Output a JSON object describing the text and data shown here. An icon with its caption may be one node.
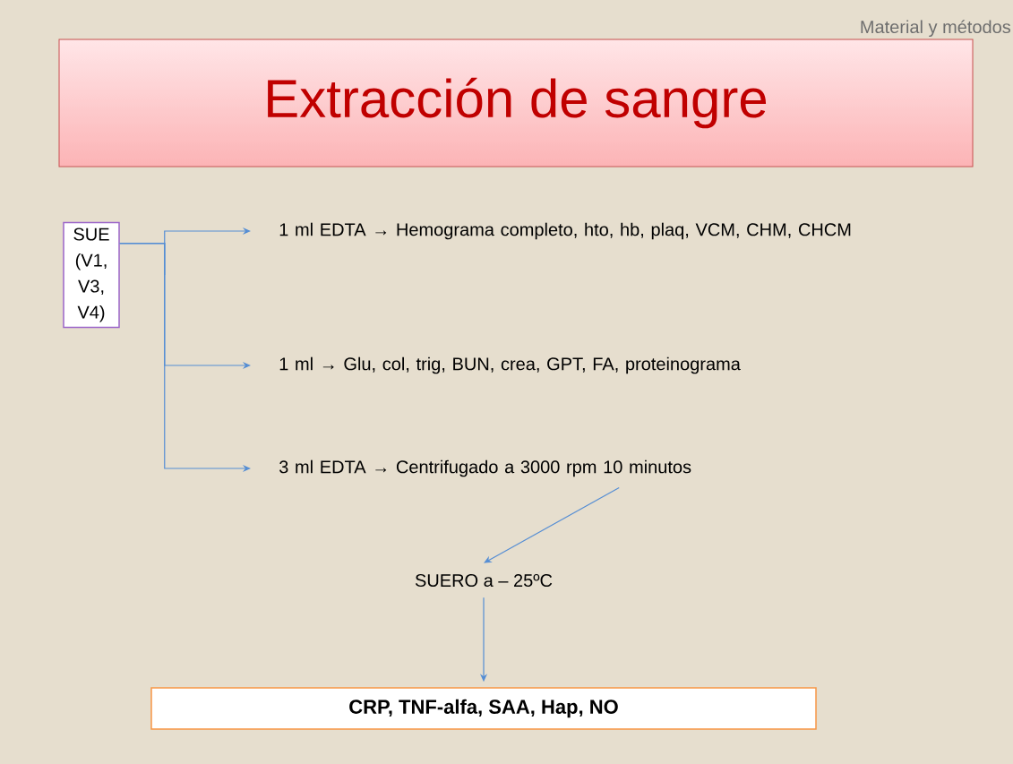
{
  "diagram": {
    "title": "Extracción de sangre",
    "nodes": [
      {
        "text": [
          "SUE (V1, V3, V4)"
        ]
      },
      {
        "text": [
          "1 ml EDTA → Hemograma completo, hto, hb, plaq, VCM, CHM, CHCM"
        ]
      },
      {
        "text": [
          "1 ml → Glu, col, trig, BUN, crea, GPT, FA, proteinograma"
        ]
      },
      {
        "text": [
          "3 ml EDTA → Centrifugado a 3000 rpm 10 minutos"
        ]
      },
      {
        "text": [
          "SUERO  a – 25ºC"
        ]
      },
      {
        "text": [
          "CRP, TNF-alfa, SAA, Hap, NO"
        ]
      }
    ],
    "edges": [
      {
        "from": 0,
        "to": 1,
        "arrow": "to"
      },
      {
        "from": 0,
        "to": 2,
        "arrow": "to"
      },
      {
        "from": 0,
        "to": 3,
        "arrow": "to"
      },
      {
        "from": 3,
        "to": 4,
        "arrow": "to"
      },
      {
        "from": 4,
        "to": 5,
        "arrow": "to"
      }
    ],
    "labels": [
      "Material y métodos"
    ]
  }
}
